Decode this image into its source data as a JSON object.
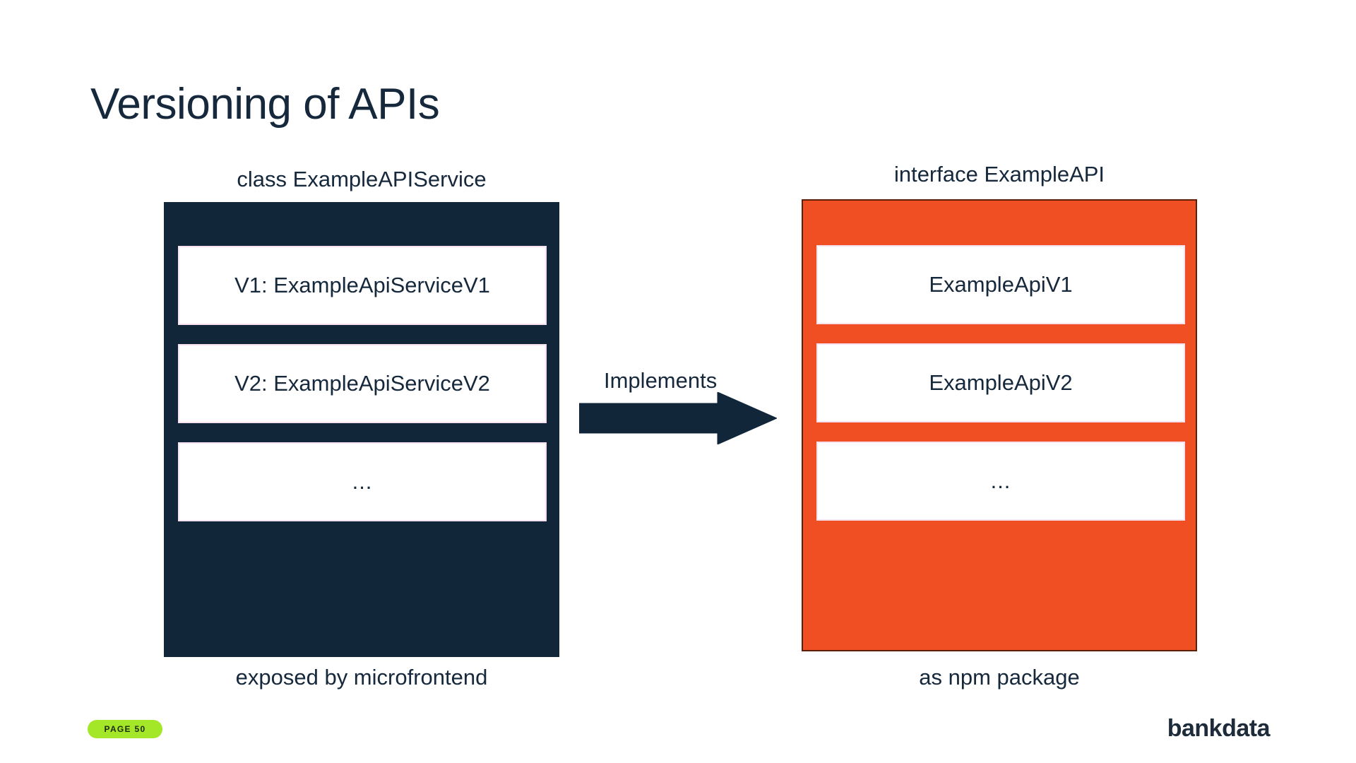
{
  "slide": {
    "title": "Versioning of APIs",
    "background_color": "#ffffff"
  },
  "colors": {
    "navy": "#12263a",
    "orange": "#f04e23",
    "badge_green": "#a4e628",
    "member_border": "#f7e2ef",
    "text": "#16283c"
  },
  "left_column": {
    "caption_top": "class ExampleAPIService",
    "caption_bottom": "exposed by microfrontend",
    "box_color": "#12263a",
    "members": [
      {
        "label": "V1: ExampleApiServiceV1"
      },
      {
        "label": "V2: ExampleApiServiceV2"
      },
      {
        "label": "..."
      }
    ]
  },
  "right_column": {
    "caption_top": "interface ExampleAPI",
    "caption_bottom": "as npm package",
    "box_color": "#f04e23",
    "members": [
      {
        "label": "ExampleApiV1"
      },
      {
        "label": "ExampleApiV2"
      },
      {
        "label": "..."
      }
    ]
  },
  "connector": {
    "label": "Implements",
    "direction": "left-to-right",
    "color": "#12263a"
  },
  "footer": {
    "page_badge": "PAGE 50",
    "brand": "bankdata"
  }
}
